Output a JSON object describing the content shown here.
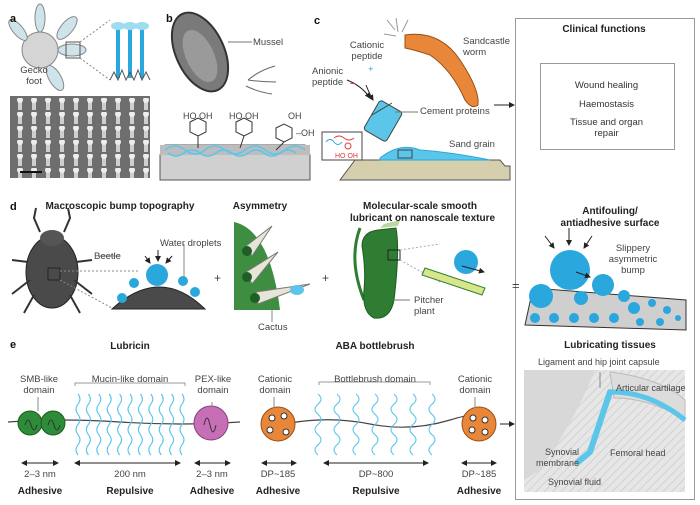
{
  "panels": {
    "a": {
      "label": "a",
      "gecko_label": "Gecko\nfoot",
      "gecko_label_line1": "Gecko",
      "gecko_label_line2": "foot"
    },
    "b": {
      "label": "b",
      "mussel_label": "Mussel",
      "catechol_groups": [
        "HO OH",
        "HO OH",
        "OH / OH"
      ]
    },
    "c": {
      "label": "c",
      "cationic_line1": "Cationic",
      "cationic_line2": "peptide",
      "cationic_sign": "+",
      "anionic_line1": "Anionic",
      "anionic_line2": "peptide",
      "anionic_sign": "–",
      "worm_line1": "Sandcastle",
      "worm_line2": "worm",
      "cement_label": "Cement proteins",
      "sand_label": "Sand grain",
      "inset_text": "HO OH"
    },
    "clinical": {
      "title": "Clinical functions",
      "items": [
        "Wound healing",
        "Haemostasis",
        "Tissue and organ",
        "repair"
      ]
    },
    "d": {
      "label": "d",
      "bump_title": "Macroscopic bump topography",
      "beetle_label": "Beetle",
      "droplets_label": "Water droplets",
      "asym_title": "Asymmetry",
      "cactus_label": "Cactus",
      "lub_title_line1": "Molecular-scale smooth",
      "lub_title_line2": "lubricant on nanoscale texture",
      "pitcher_line1": "Pitcher",
      "pitcher_line2": "plant",
      "plus": "+",
      "equals": "="
    },
    "antifouling": {
      "title_line1": "Antifouling/",
      "title_line2": "antiadhesive surface",
      "bump_line1": "Slippery",
      "bump_line2": "asymmetric",
      "bump_line3": "bump"
    },
    "e": {
      "label": "e",
      "lubricin": {
        "title": "Lubricin",
        "smb_line1": "SMB-like",
        "smb_line2": "domain",
        "mucin": "Mucin-like domain",
        "pex_line1": "PEX-like",
        "pex_line2": "domain",
        "sizes": [
          "2–3 nm",
          "200 nm",
          "2–3 nm"
        ],
        "roles": [
          "Adhesive",
          "Repulsive",
          "Adhesive"
        ]
      },
      "bottlebrush": {
        "title": "ABA bottlebrush",
        "cat_line1": "Cationic",
        "cat_line2": "domain",
        "brush": "Bottlebrush domain",
        "sizes": [
          "DP~185",
          "DP~800",
          "DP~185"
        ],
        "roles": [
          "Adhesive",
          "Repulsive",
          "Adhesive"
        ]
      }
    },
    "tissues": {
      "title": "Lubricating tissues",
      "ligament": "Ligament and hip joint capsule",
      "cartilage": "Articular cartilage",
      "synovial_line1": "Synovial",
      "synovial_line2": "membrane",
      "femoral": "Femoral head",
      "fluid": "Synovial fluid"
    }
  },
  "colors": {
    "blue": "#2aa7dc",
    "light_blue": "#5cc6ea",
    "green": "#2e8b3a",
    "dark_gray": "#4a4a4a",
    "orange": "#e8873a",
    "pink": "#c66fb6",
    "sand": "#d6cfae"
  }
}
